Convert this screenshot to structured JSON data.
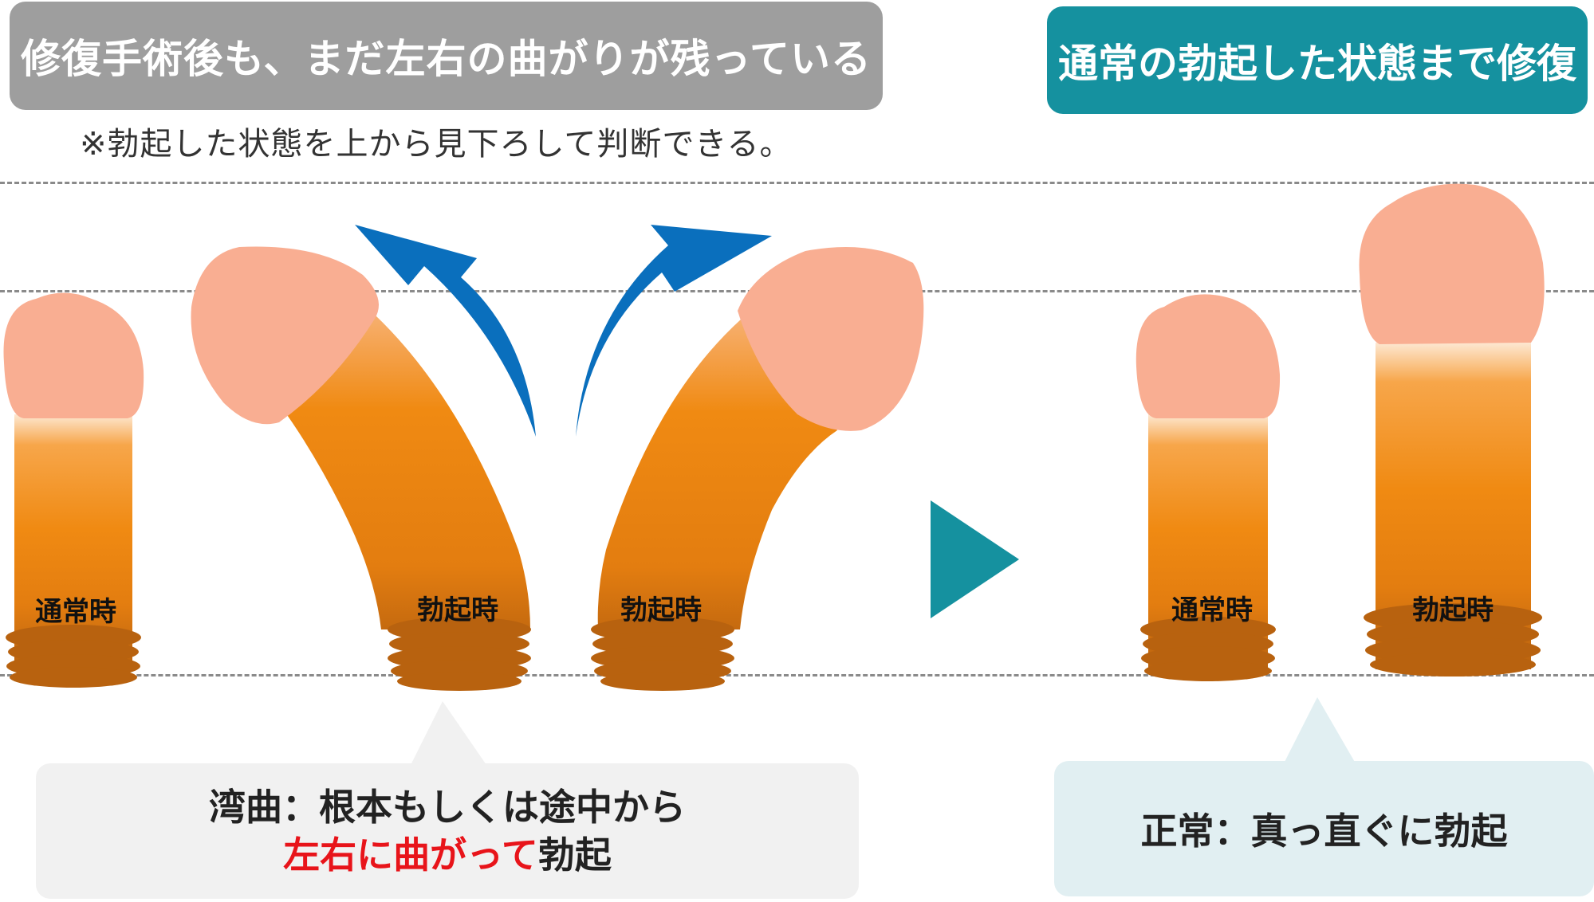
{
  "header": {
    "left_title": "修復手術後も、まだ左右の曲がりが残っている",
    "right_title": "通常の勃起した状態まで修復",
    "note": "※勃起した状態を上から見下ろして判断できる。"
  },
  "figures": {
    "left_normal_label": "通常時",
    "left_bent_label_1": "勃起時",
    "left_bent_label_2": "勃起時",
    "right_normal_label": "通常時",
    "right_erect_label": "勃起時"
  },
  "callouts": {
    "left_line1": "湾曲：根本もしくは途中から",
    "left_line2_red": "左右に曲がって",
    "left_line2_black": "勃起",
    "right_text": "正常：真っ直ぐに勃起"
  },
  "colors": {
    "gray_tag": "#9e9e9e",
    "teal_tag": "#15919f",
    "arrow_blue": "#0a6fbd",
    "shaft_orange": "#f08a12",
    "base_brown": "#b8620f",
    "head_pink": "#f9ae92",
    "highlight_red": "#e8141a"
  }
}
